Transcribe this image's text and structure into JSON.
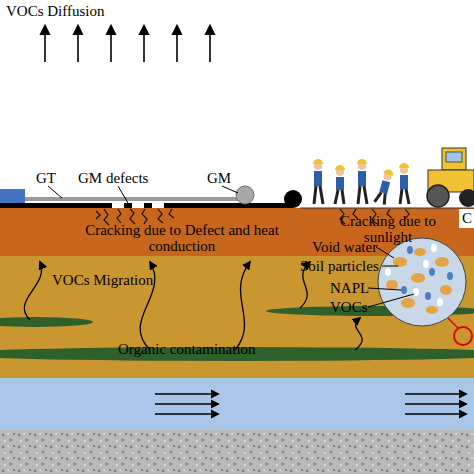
{
  "diagram": {
    "labels": [
      "VOCs Diffusion",
      "GT",
      "GM defects",
      "GM",
      "Cracking due to Defect and heat conduction",
      "Cracking due to sunlight",
      "C",
      "VOCs Migration",
      "Void water",
      "Soil particles",
      "NAPL",
      "VOCs",
      "Organic contamination"
    ]
  }
}
